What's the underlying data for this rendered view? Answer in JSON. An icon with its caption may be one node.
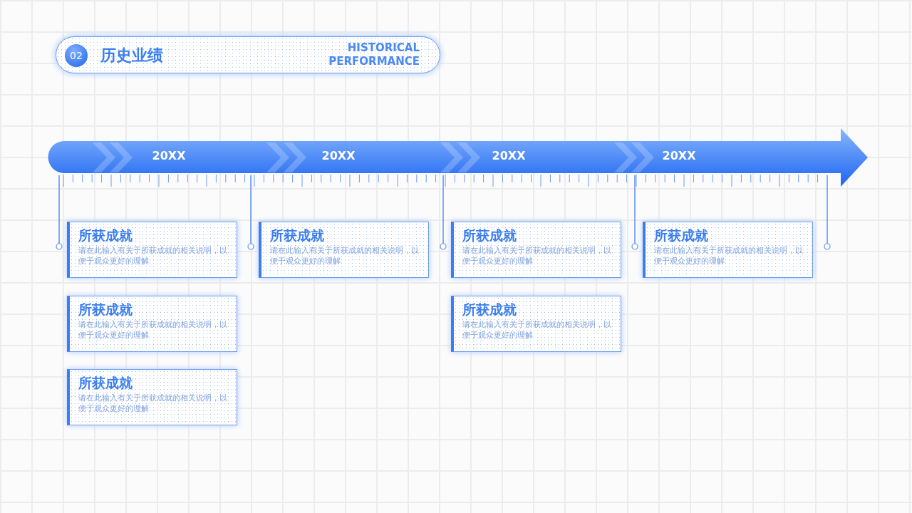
{
  "diagram": {
    "nodes": [
      {
        "text": [
          "历史业绩",
          "HISTORICAL PERFORMANCE"
        ]
      },
      {
        "text": [
          "02"
        ],
        "in": 0
      },
      {
        "text": [
          "20XX",
          "20XX",
          "20XX",
          "20XX"
        ]
      },
      {
        "text": [
          "所获成就",
          "请在此输入有关于所获成就的相关说明，以便于观众更好的理解"
        ]
      },
      {
        "text": [
          "所获成就",
          "请在此输入有关于所获成就的相关说明，以便于观众更好的理解"
        ]
      },
      {
        "text": [
          "所获成就",
          "请在此输入有关于所获成就的相关说明，以便于观众更好的理解"
        ]
      },
      {
        "text": [
          "所获成就",
          "请在此输入有关于所获成就的相关说明，以便于观众更好的理解"
        ]
      },
      {
        "text": [
          "所获成就",
          "请在此输入有关于所获成就的相关说明，以便于观众更好的理解"
        ]
      },
      {
        "text": [
          "所获成就",
          "请在此输入有关于所获成就的相关说明，以便于观众更好的理解"
        ]
      },
      {
        "text": [
          "所获成就",
          "请在此输入有关于所获成就的相关说明，以便于观众更好的理解"
        ]
      }
    ],
    "edges": []
  }
}
